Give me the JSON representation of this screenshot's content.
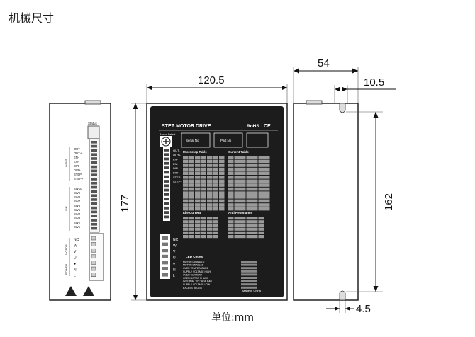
{
  "page": {
    "title": "机械尺寸",
    "unit_label": "单位:mm"
  },
  "dimensions": {
    "front_width": "120.5",
    "height_left": "177",
    "side_depth": "54",
    "side_offset": "10.5",
    "side_height": "162",
    "side_bottom": "4.5"
  },
  "front_panel": {
    "brand_title": "STEP MOTOR DRIVE",
    "rohs": "RoHS",
    "ce": "CE",
    "motor_select": "Motor Select",
    "serial_box": "Serial No",
    "part_box": "Part No",
    "microstep_title": "Microstep Table",
    "current_title": "Current Table",
    "idle_title": "Idle Current",
    "anti_title": "Anti Resonance",
    "led_title": "LED Codes",
    "made_in": "Made in China",
    "signals": [
      "OUT-",
      "OUT+",
      "EN-",
      "EN+",
      "DIR-",
      "DIR+",
      "STEP-",
      "STEP+"
    ],
    "motor_pins": [
      "NC",
      "W",
      "V",
      "U",
      "●",
      "N",
      "L"
    ],
    "led_rows": [
      "MOTOR DISABLED",
      "MOTOR ENABLED",
      "OVER TEMPERATURE",
      "SUPPLY VOLTAGE HIGH",
      "OVER CURRENT",
      "OPEN MOTOR PHASE",
      "INTERNAL VOLTAGE BAD",
      "SUPPLY VOLTAGE LOW",
      "EXCESS REGEN"
    ]
  },
  "left_panel": {
    "status_label": "Status",
    "input_group": "INPUT",
    "signals": [
      "OUT-",
      "OUT+",
      "EN-",
      "EN+",
      "DIR-",
      "DIR+",
      "STEP-",
      "STEP+"
    ],
    "sw_group": "SW",
    "switches": [
      "SW10",
      "SW9",
      "SW8",
      "SW7",
      "SW6",
      "SW5",
      "SW4",
      "SW3",
      "SW2",
      "SW1"
    ],
    "motor_group": "MOTOR",
    "power_group": "POWER",
    "terminals": [
      "NC",
      "W",
      "V",
      "U",
      "●",
      "N",
      "L"
    ]
  }
}
